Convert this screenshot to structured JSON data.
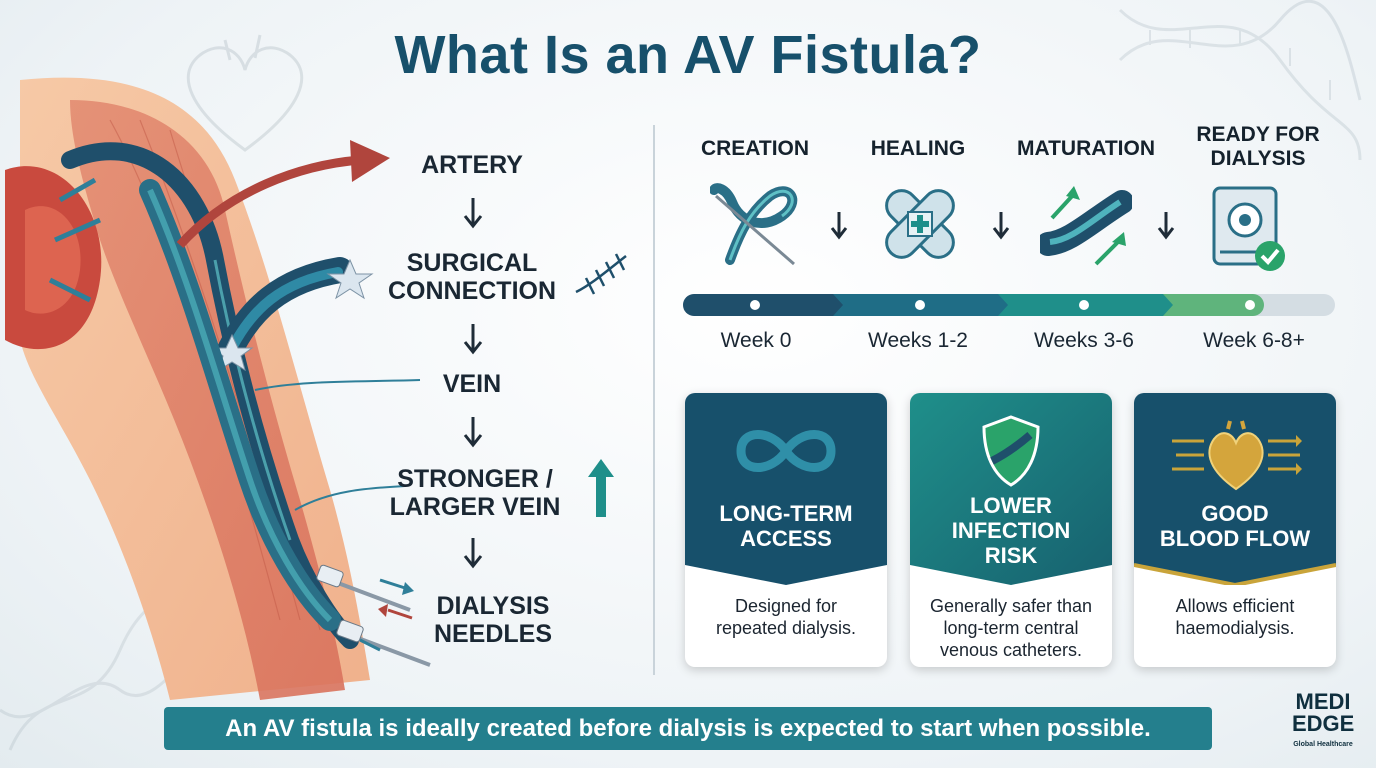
{
  "title": "What Is an AV Fistula?",
  "flow": {
    "steps": [
      "ARTERY",
      "SURGICAL\nCONNECTION",
      "VEIN",
      "STRONGER /\nLARGER VEIN",
      "DIALYSIS\nNEEDLES"
    ]
  },
  "timeline": {
    "stages": [
      {
        "title": "CREATION",
        "icon": "loop-suture-icon",
        "week": "Week 0"
      },
      {
        "title": "HEALING",
        "icon": "bandage-icon",
        "week": "Weeks 1-2"
      },
      {
        "title": "MATURATION",
        "icon": "growing-vein-icon",
        "week": "Weeks 3-6"
      },
      {
        "title": "READY FOR\nDIALYSIS",
        "icon": "dialysis-machine-check-icon",
        "week": "Week 6-8+"
      }
    ]
  },
  "benefits": [
    {
      "name": "LONG-TERM\nACCESS",
      "desc": "Designed for\nrepeated dialysis.",
      "icon": "infinity-icon"
    },
    {
      "name": "LOWER\nINFECTION\nRISK",
      "desc": "Generally safer than\nlong-term central\nvenous catheters.",
      "icon": "shield-icon"
    },
    {
      "name": "GOOD\nBLOOD FLOW",
      "desc": "Allows efficient\nhaemodialysis.",
      "icon": "heart-flow-icon"
    }
  ],
  "footer": "An AV fistula is ideally created before dialysis is expected to start when possible.",
  "logo": {
    "line1": "MEDI",
    "line2": "EDGE",
    "tagline": "Global Healthcare"
  },
  "colors": {
    "title": "#17506b",
    "footer": "#247f8d",
    "card_dark": "#17506b",
    "card_teal": "#1f8f8a",
    "accent_gold": "#c9a43a"
  }
}
